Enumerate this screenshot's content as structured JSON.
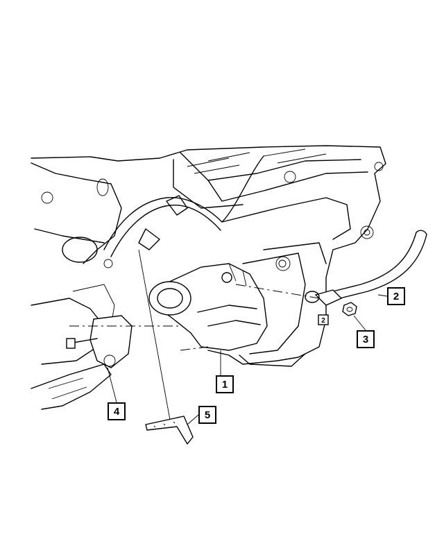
{
  "callouts": [
    {
      "id": "1",
      "label": "1"
    },
    {
      "id": "2",
      "label": "2"
    },
    {
      "id": "3",
      "label": "3"
    },
    {
      "id": "4",
      "label": "4"
    },
    {
      "id": "5",
      "label": "5"
    }
  ],
  "nut_marking": "2"
}
